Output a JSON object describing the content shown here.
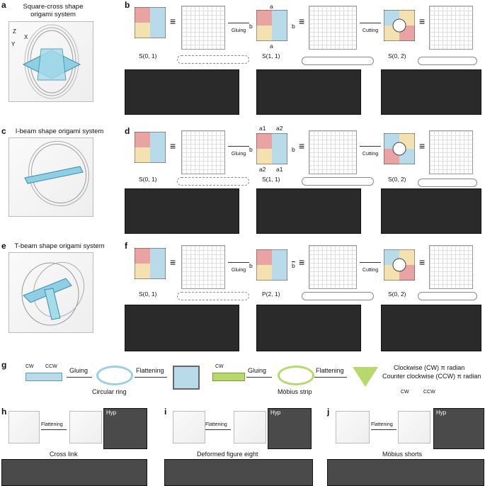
{
  "panels": {
    "a": {
      "letter": "a",
      "title_line1": "Square-cross shape",
      "title_line2": "origami system"
    },
    "b": {
      "letter": "b",
      "label_S01": "S(0, 1)",
      "label_S11": "S(1, 1)",
      "label_S02": "S(0, 2)",
      "gluing": "Gluing",
      "cutting": "Cutting",
      "top_a": "a",
      "bottom_a": "a",
      "b_left": "b",
      "b_right": "b"
    },
    "c": {
      "letter": "c",
      "title": "I-beam shape origami system"
    },
    "d": {
      "letter": "d",
      "label_S01": "S(0, 1)",
      "label_S11": "S(1, 1)",
      "label_S02": "S(0, 2)",
      "gluing": "Gluing",
      "cutting": "Cutting",
      "a1": "a1",
      "a2": "a2",
      "b": "b"
    },
    "e": {
      "letter": "e",
      "title": "T-beam shape origami system"
    },
    "f": {
      "letter": "f",
      "label_S01": "S(0, 1)",
      "label_P21": "P(2, 1)",
      "label_S02": "S(0, 2)",
      "gluing": "Gluing",
      "cutting": "Cutting",
      "b": "b",
      "b_over": "b"
    },
    "g": {
      "letter": "g",
      "cw": "CW",
      "ccw": "CCW",
      "gluing1": "Gluing",
      "flattening1": "Flattening",
      "circular_ring": "Circular ring",
      "cw2": "CW",
      "gluing2": "Gluing",
      "flattening2": "Flattening",
      "mobius_strip": "Möbius strip",
      "legend_cw": "Clockwise (CW) π radian",
      "legend_ccw": "Counter clockwise (CCW) π radian",
      "leg_cw_small": "CW",
      "leg_ccw_small": "CCW"
    },
    "h": {
      "letter": "h",
      "flattening": "Flattening",
      "hyp": "Hyp",
      "caption": "Cross link"
    },
    "i": {
      "letter": "i",
      "flattening": "Flattening",
      "hyp": "Hyp",
      "caption": "Deformed figure eight"
    },
    "j": {
      "letter": "j",
      "flattening": "Flattening",
      "hyp": "Hyp",
      "caption": "Möbius shorts"
    }
  },
  "axes": {
    "z": "Z",
    "x": "X",
    "y": "Y"
  },
  "colors": {
    "red": "#e9a3a3",
    "yellow": "#f3e2b0",
    "blue": "#b9dbe9",
    "cyan": "#7cc7dd",
    "green": "#b7d96b",
    "brown": "#b5651d"
  }
}
